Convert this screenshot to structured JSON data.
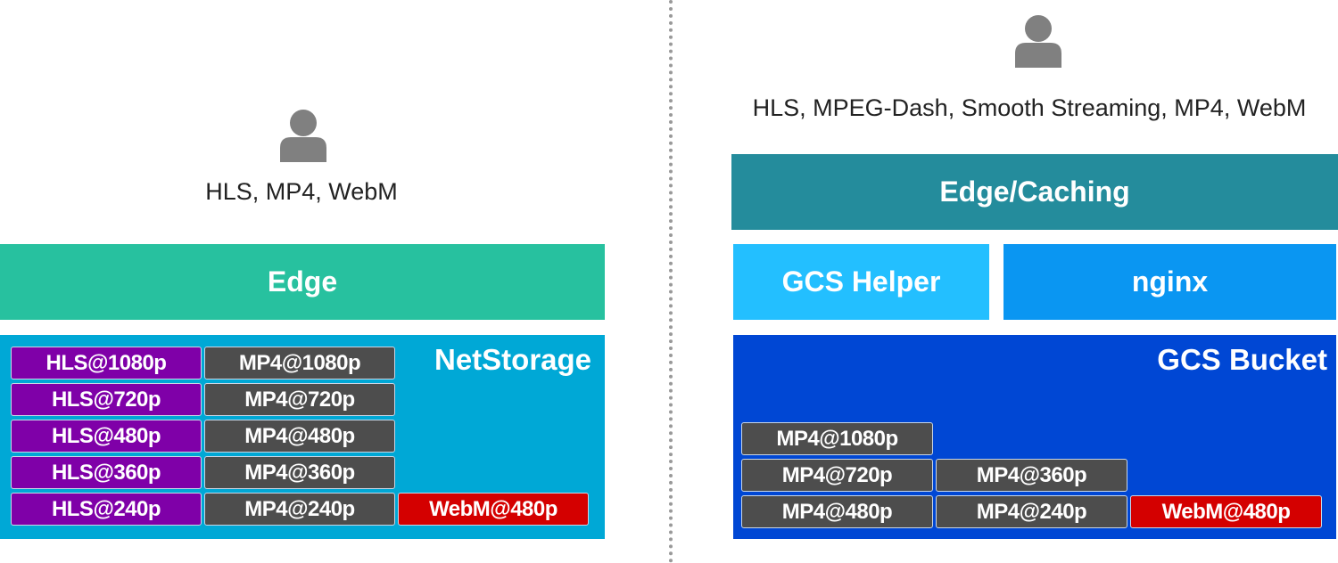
{
  "left": {
    "user_icon": "person-icon",
    "protocols": "HLS, MP4, WebM",
    "edge_label": "Edge",
    "storage_label": "NetStorage",
    "hls": [
      "HLS@1080p",
      "HLS@720p",
      "HLS@480p",
      "HLS@360p",
      "HLS@240p"
    ],
    "mp4": [
      "MP4@1080p",
      "MP4@720p",
      "MP4@480p",
      "MP4@360p",
      "MP4@240p"
    ],
    "webm": "WebM@480p"
  },
  "right": {
    "user_icon": "person-icon",
    "protocols": "HLS, MPEG-Dash, Smooth Streaming, MP4, WebM",
    "edge_label": "Edge/Caching",
    "helper_label": "GCS Helper",
    "nginx_label": "nginx",
    "storage_label": "GCS Bucket",
    "mp4": [
      "MP4@1080p",
      "MP4@720p",
      "MP4@360p",
      "MP4@480p",
      "MP4@240p"
    ],
    "webm": "WebM@480p"
  },
  "colors": {
    "edge": "#27C19F",
    "netstorage": "#00A8D6",
    "edge_caching": "#248C9C",
    "gcs_helper": "#23BFFF",
    "nginx": "#0A96F2",
    "gcs_bucket": "#0047D4",
    "hls": "#7F00A8",
    "mp4": "#4D4D4D",
    "webm": "#D40000"
  }
}
